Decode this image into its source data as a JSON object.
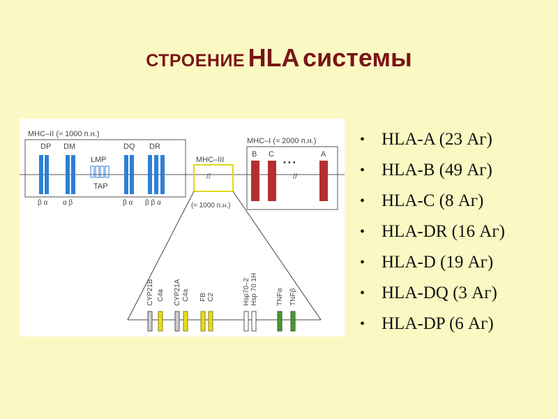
{
  "title": {
    "part1": "СТРОЕНИЕ",
    "part2": "HLA",
    "part3": "системы"
  },
  "diagram": {
    "mhc2": {
      "label": "MHC–II (≈ 1000 п.н.)"
    },
    "mhc3": {
      "label": "MHC–III",
      "scale": "(≈ 1000 п.н.)",
      "break": "//"
    },
    "mhc1": {
      "label": "MHC–I (≈ 2000 п.н.)"
    },
    "class2_genes": [
      {
        "name": "DP",
        "sub": "β α"
      },
      {
        "name": "DM",
        "sub": "α β"
      },
      {
        "name": "LMP",
        "sub": "TAP"
      },
      {
        "name": "DQ",
        "sub": "β α"
      },
      {
        "name": "DR",
        "sub": "β β α"
      }
    ],
    "class1_genes": [
      {
        "name": "B"
      },
      {
        "name": "C"
      },
      {
        "name": "A"
      }
    ],
    "class1_gap": "• • •",
    "class1_break": "//",
    "class3_genes": [
      "CYP21B",
      "C4в",
      "CYP21A",
      "C4a",
      "FB",
      "C2",
      "Hsp70–2",
      "Hsp 70 1H",
      "TNFα",
      "TNFβ"
    ],
    "colors": {
      "class2": "#2f7fd6",
      "class1": "#b33030",
      "class3_box": "#e0d81c",
      "gene_yellow": "#e3dd1f",
      "gene_green": "#4a9636",
      "gene_gray": "#8c8c8c",
      "frame": "#555555"
    }
  },
  "hla_list": [
    "HLA-A (23 Аг)",
    "HLA-B (49 Аг)",
    "HLA-C (8 Аг)",
    "HLA-DR (16 Аг)",
    "HLA-D (19 Аг)",
    "HLA-DQ (3 Аг)",
    "HLA-DP (6 Аг)"
  ],
  "bullet": "•",
  "colors": {
    "background": "#fbf9c3",
    "title": "#7a1418"
  }
}
